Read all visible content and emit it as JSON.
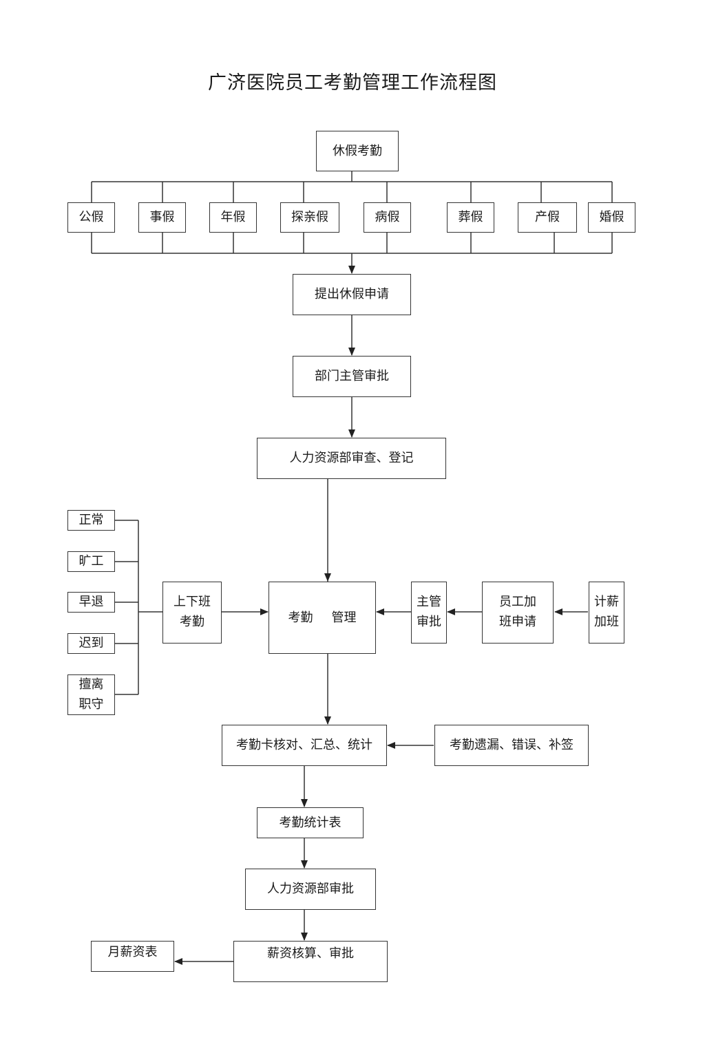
{
  "title": "广济医院员工考勤管理工作流程图",
  "nodes": {
    "leave_attendance": "休假考勤",
    "leave_types": [
      "公假",
      "事假",
      "年假",
      "探亲假",
      "病假",
      "葬假",
      "产假",
      "婚假"
    ],
    "submit_leave": "提出休假申请",
    "dept_approval": "部门主管审批",
    "hr_review": "人力资源部审查、登记",
    "status_types": [
      "正常",
      "旷工",
      "早退",
      "迟到",
      "擅离职守"
    ],
    "shift_attendance": "上下班考勤",
    "attendance_mgmt_left": "考勤",
    "attendance_mgmt_right": "管理",
    "supervisor_approval": "主管审批",
    "overtime_apply": "员工加班申请",
    "paid_overtime": "计薪加班",
    "card_check": "考勤卡核对、汇总、统计",
    "omission_fix": "考勤遗漏、错误、补签",
    "attendance_stats": "考勤统计表",
    "hr_approval": "人力资源部审批",
    "salary_calc": "薪资核算、审批",
    "monthly_salary": "月薪资表"
  }
}
